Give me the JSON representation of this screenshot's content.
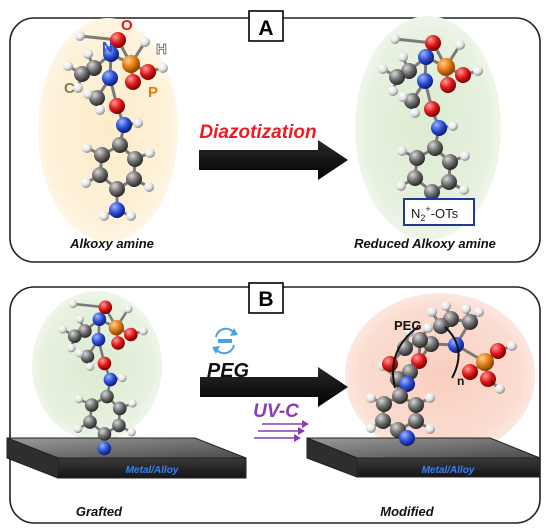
{
  "panel_a": {
    "label": "A",
    "atom_legend": {
      "o": "O",
      "n": "N",
      "h": "H",
      "c": "C",
      "p": "P"
    },
    "arrow_label": "Diazotization",
    "left_caption": "Alkoxy amine",
    "right_caption": "Reduced Alkoxy amine",
    "diazonium_box": {
      "base": "N",
      "sub": "2",
      "sup": "+",
      "counter": "-OTs"
    }
  },
  "panel_b": {
    "label": "B",
    "reagent_1": "PEG",
    "reagent_2": "UV-C",
    "substrate_left": "Metal/Alloy",
    "substrate_right": "Metal/Alloy",
    "chain_label": "PEG",
    "repeat_label": "n",
    "left_caption": "Grafted",
    "right_caption": "Modified"
  },
  "colors": {
    "carbon": "#6e6e6e",
    "nitrogen": "#2c4fd6",
    "oxygen": "#e01818",
    "phosphorus": "#e07a10",
    "hydrogen": "#ececec",
    "bubble_yellow": "#fdeccb",
    "bubble_green": "#e3efdc",
    "bubble_pink": "#fbdcd0",
    "arrow_text_red": "#ee1c24",
    "arrow_text_purple": "#8a3cb4",
    "box_border": "#1f3b8f"
  }
}
